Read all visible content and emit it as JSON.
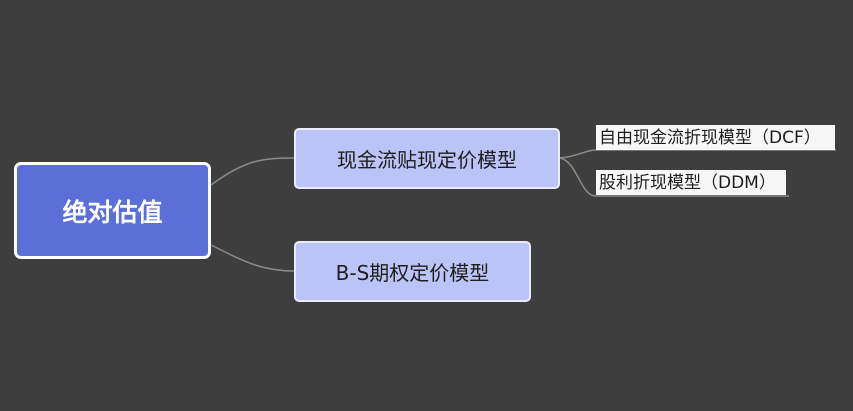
{
  "mindmap": {
    "root": {
      "label": "绝对估值"
    },
    "branches": [
      {
        "label": "现金流贴现定价模型",
        "children": [
          {
            "label": "自由现金流折现模型（DCF）"
          },
          {
            "label": "股利折现模型（DDM）"
          }
        ]
      },
      {
        "label": "B-S期权定价模型",
        "children": []
      }
    ]
  },
  "colors": {
    "background": "#3e3e3e",
    "root_fill": "#5b6fd9",
    "branch_fill": "#bcc3f7",
    "leaf_fill": "#f7f7f7",
    "connector": "#8a8a8a"
  }
}
